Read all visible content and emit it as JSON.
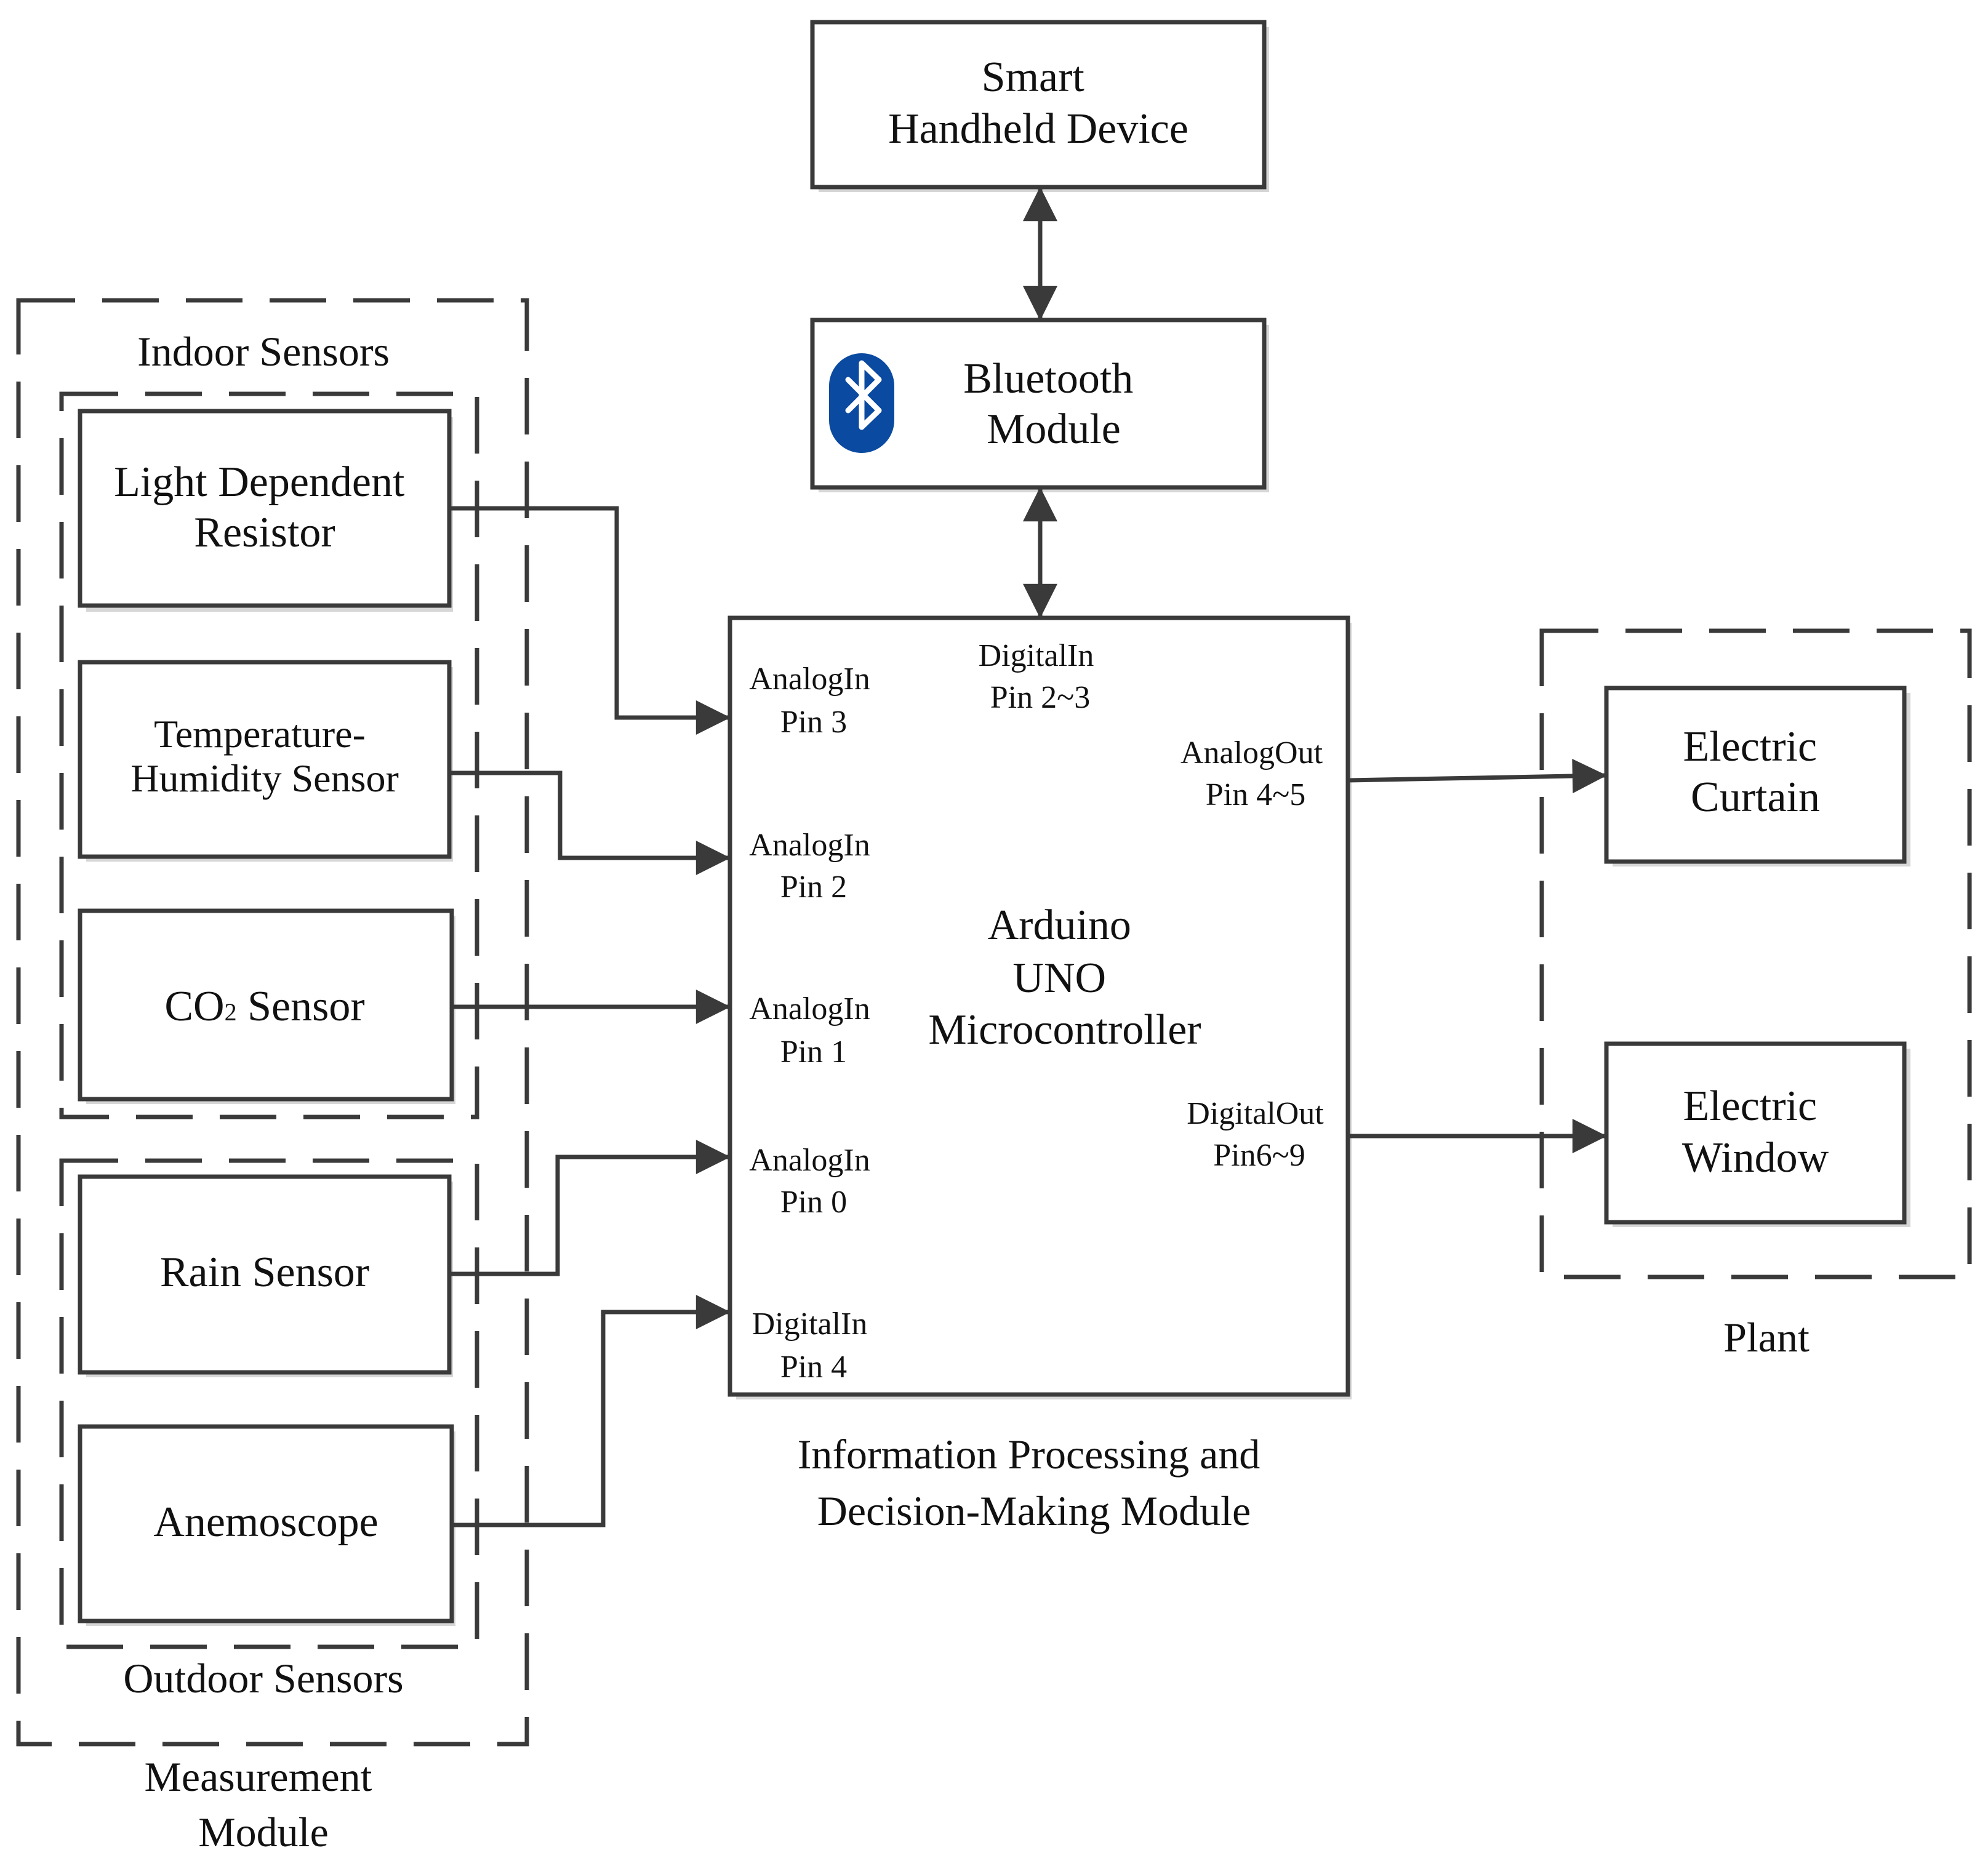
{
  "groups": {
    "measurement_module": [
      "Measurement",
      "Module"
    ],
    "indoor_sensors": "Indoor Sensors",
    "outdoor_sensors": "Outdoor Sensors",
    "plant": "Plant",
    "processing_module": [
      "Information Processing and",
      "Decision-Making Module"
    ]
  },
  "blocks": {
    "smart_device": [
      "Smart",
      "Handheld Device"
    ],
    "bluetooth": [
      "Bluetooth",
      "Module"
    ],
    "ldr": [
      "Light Dependent",
      "Resistor"
    ],
    "temp_humidity": [
      "Temperature-",
      "Humidity Sensor"
    ],
    "co2": {
      "prefix": "CO",
      "sub": "2",
      "suffix": " Sensor"
    },
    "rain": "Rain Sensor",
    "anemoscope": "Anemoscope",
    "arduino": [
      "Arduino",
      "UNO",
      "Microcontroller"
    ],
    "curtain": [
      "Electric",
      "Curtain"
    ],
    "window": [
      "Electric",
      "Window"
    ]
  },
  "pins": {
    "analog_in_3": [
      "AnalogIn",
      "Pin 3"
    ],
    "analog_in_2": [
      "AnalogIn",
      "Pin 2"
    ],
    "analog_in_1": [
      "AnalogIn",
      "Pin 1"
    ],
    "analog_in_0": [
      "AnalogIn",
      "Pin 0"
    ],
    "digital_in_4": [
      "DigitalIn",
      "Pin 4"
    ],
    "digital_in_2_3": [
      "DigitalIn",
      "Pin 2~3"
    ],
    "analog_out_4_5": [
      "AnalogOut",
      "Pin 4~5"
    ],
    "digital_out_6_9": [
      "DigitalOut",
      "Pin6~9"
    ]
  },
  "colors": {
    "line": "#3a3a3a",
    "text": "#111111",
    "bluetooth_badge": "#0a4aa0",
    "shadow": "#d6d6d6"
  },
  "icons": [
    "bluetooth-icon"
  ]
}
